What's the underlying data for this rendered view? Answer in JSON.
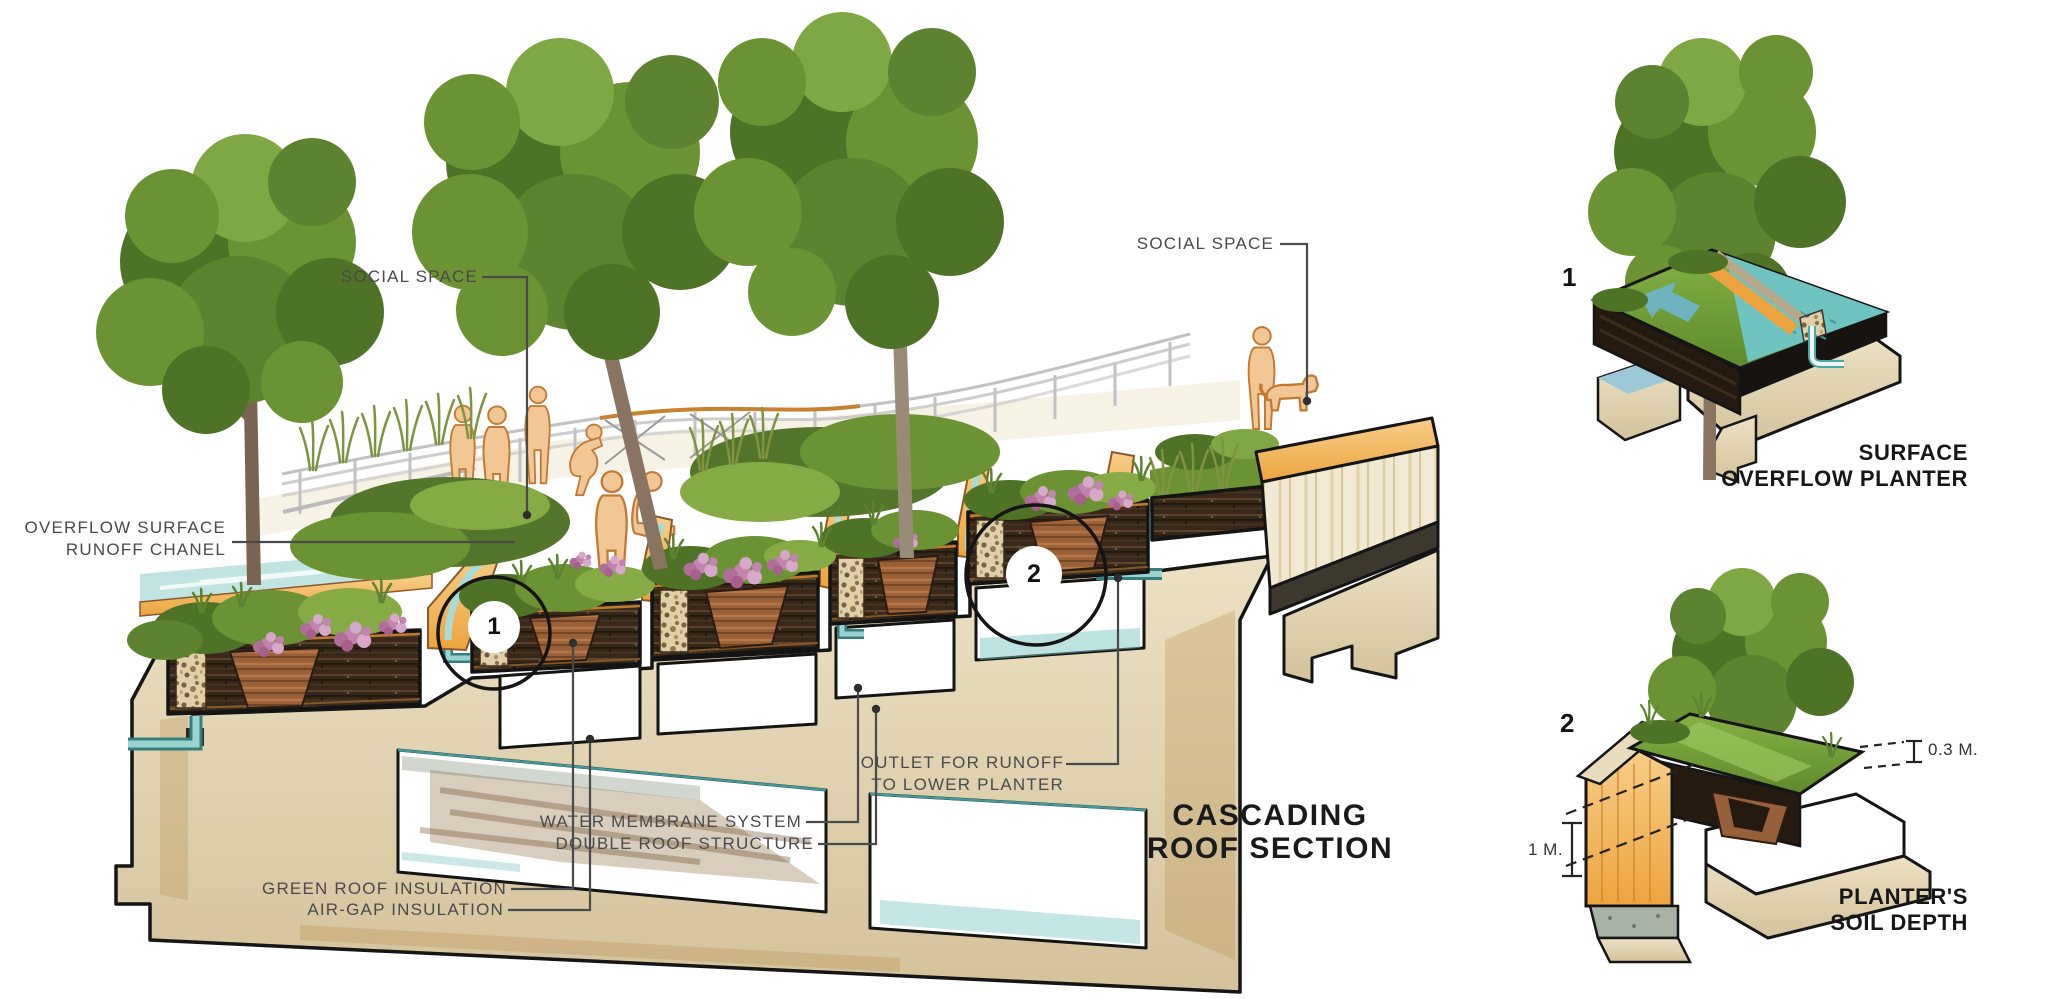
{
  "main": {
    "title_line1": "CASCADING",
    "title_line2": "ROOF SECTION",
    "labels": {
      "social_space_left": "SOCIAL SPACE",
      "social_space_right": "SOCIAL SPACE",
      "overflow_line1": "OVERFLOW SURFACE",
      "overflow_line2": "RUNOFF CHANEL",
      "outlet_line1": "OUTLET FOR RUNOFF",
      "outlet_line2": "TO LOWER PLANTER",
      "water_membrane": "WATER MEMBRANE SYSTEM",
      "double_roof": "DOUBLE ROOF STRUCTURE",
      "green_roof": "GREEN ROOF INSULATION",
      "air_gap": "AIR-GAP INSULATION"
    },
    "callout_1": "1",
    "callout_2": "2"
  },
  "details": {
    "surface_overflow": {
      "number": "1",
      "title_line1": "SURFACE",
      "title_line2": "OVERFLOW PLANTER"
    },
    "soil_depth": {
      "number": "2",
      "title_line1": "PLANTER'S",
      "title_line2": "SOIL DEPTH",
      "dim_depth": "0.3 M.",
      "dim_height": "1 M."
    }
  },
  "colors": {
    "outline": "#161616",
    "concrete": "#dbc9a4",
    "soil": "#37281a",
    "grass": "#6b9334",
    "flowers": "#c084ae",
    "water": "#7cc7c4",
    "wood": "#eead52",
    "label_text": "#4a4a4a"
  }
}
